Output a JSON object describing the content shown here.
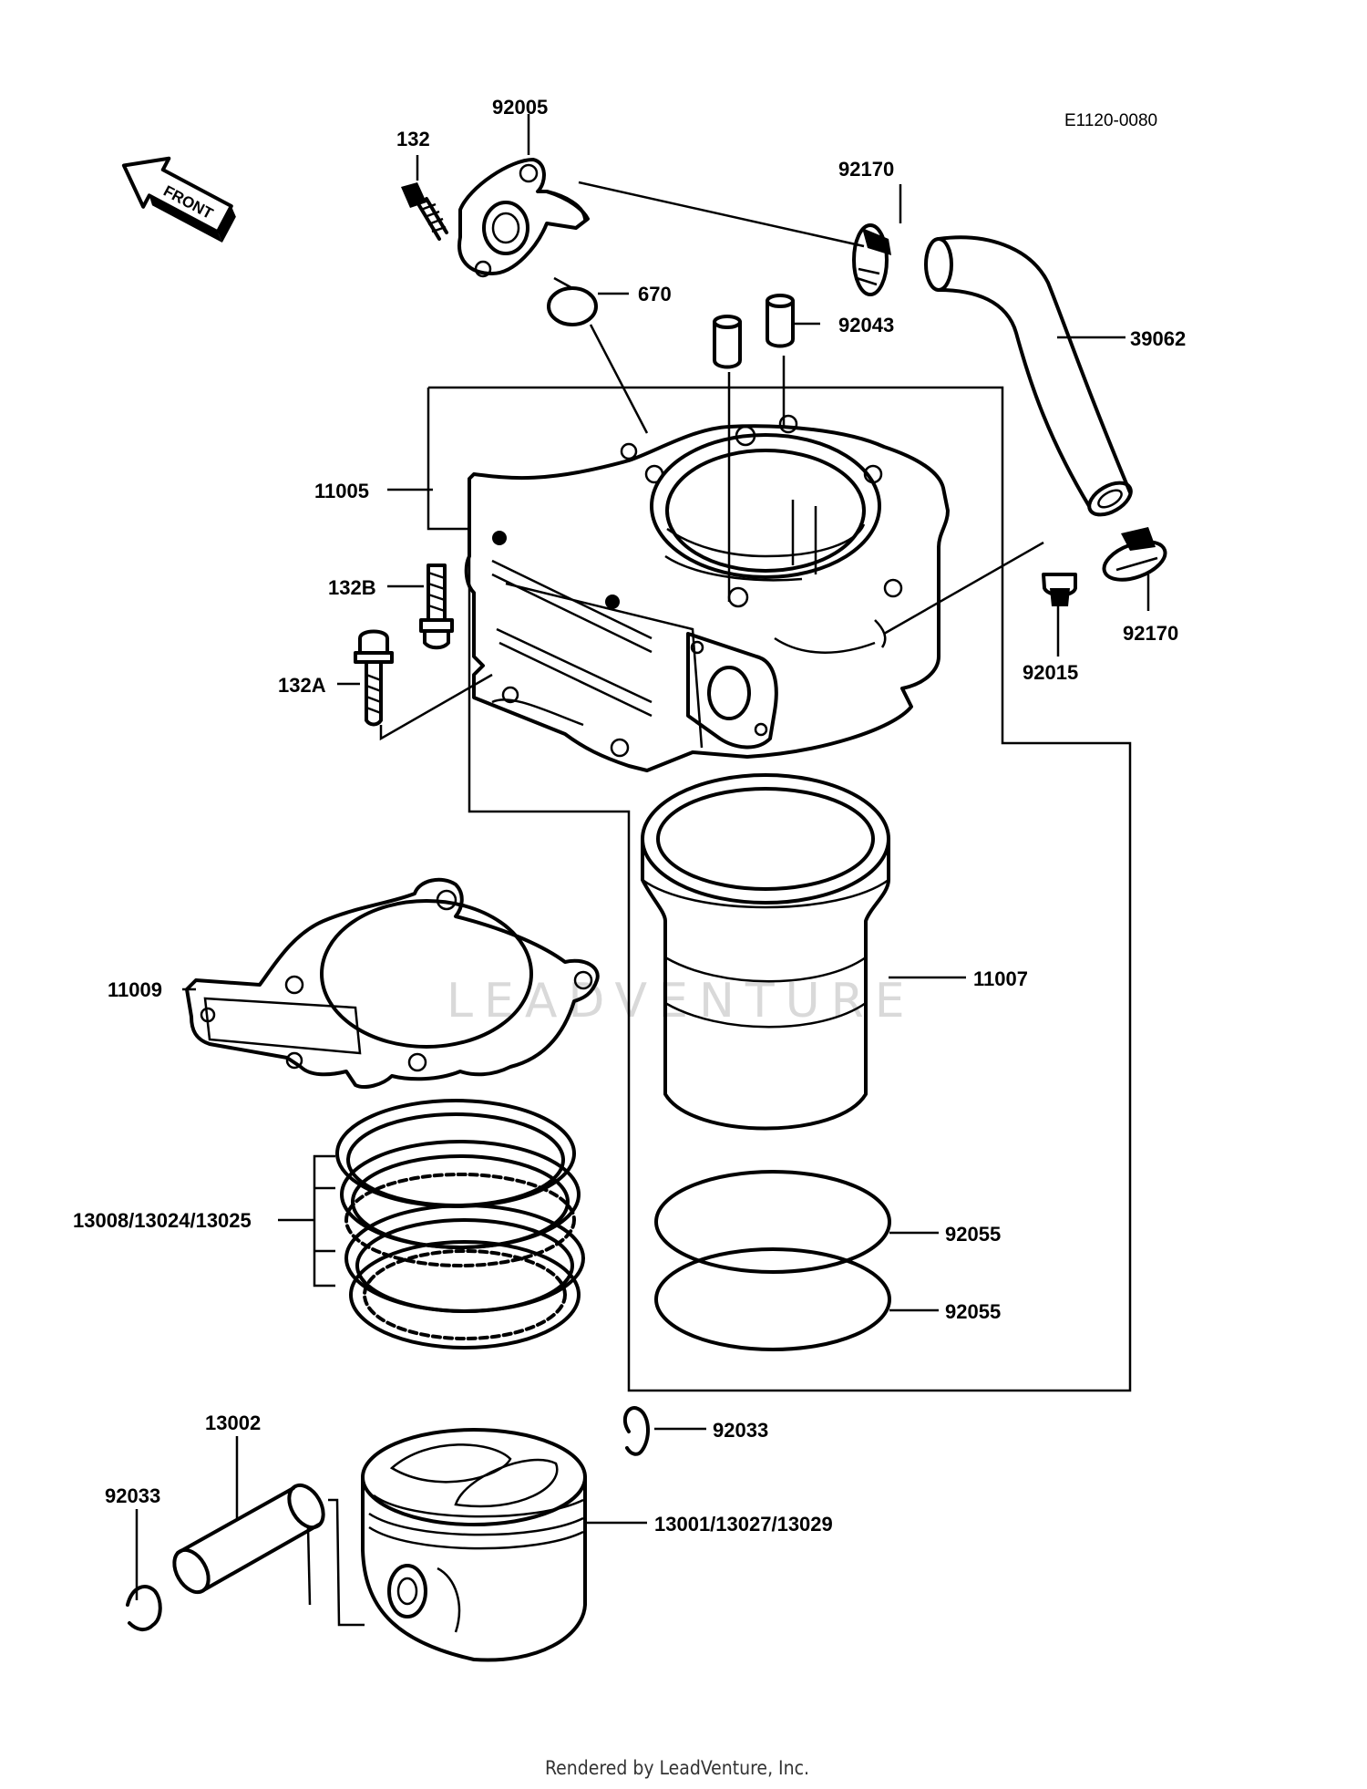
{
  "diagram_code": "E1120-0080",
  "front_arrow_text": "FRONT",
  "watermark": "LEADVENTURE",
  "footer": "Rendered by LeadVenture, Inc.",
  "callouts": [
    {
      "id": "92005",
      "label": "92005"
    },
    {
      "id": "132",
      "label": "132"
    },
    {
      "id": "92170a",
      "label": "92170"
    },
    {
      "id": "670",
      "label": "670"
    },
    {
      "id": "92043",
      "label": "92043"
    },
    {
      "id": "39062",
      "label": "39062"
    },
    {
      "id": "11005",
      "label": "11005"
    },
    {
      "id": "132B",
      "label": "132B"
    },
    {
      "id": "132A",
      "label": "132A"
    },
    {
      "id": "92015",
      "label": "92015"
    },
    {
      "id": "92170b",
      "label": "92170"
    },
    {
      "id": "11009",
      "label": "11009"
    },
    {
      "id": "11007",
      "label": "11007"
    },
    {
      "id": "rings",
      "label": "13008/13024/13025"
    },
    {
      "id": "92055a",
      "label": "92055"
    },
    {
      "id": "92055b",
      "label": "92055"
    },
    {
      "id": "13002",
      "label": "13002"
    },
    {
      "id": "92033a",
      "label": "92033"
    },
    {
      "id": "92033b",
      "label": "92033"
    },
    {
      "id": "piston",
      "label": "13001/13027/13029"
    }
  ]
}
